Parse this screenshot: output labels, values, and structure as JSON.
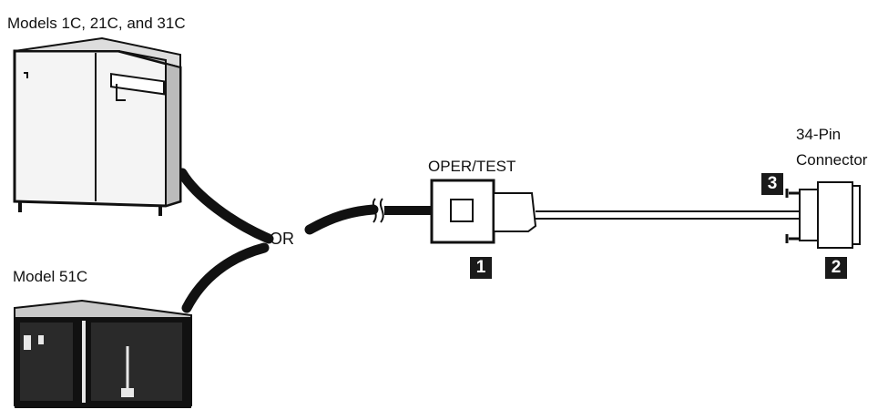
{
  "labels": {
    "models_top": "Models 1C, 21C, and 31C",
    "model_bottom": "Model 51C",
    "or": "OR",
    "oper_test": "OPER/TEST",
    "connector_line1": "34-Pin",
    "connector_line2": "Connector"
  },
  "callouts": [
    "1",
    "2",
    "3"
  ]
}
